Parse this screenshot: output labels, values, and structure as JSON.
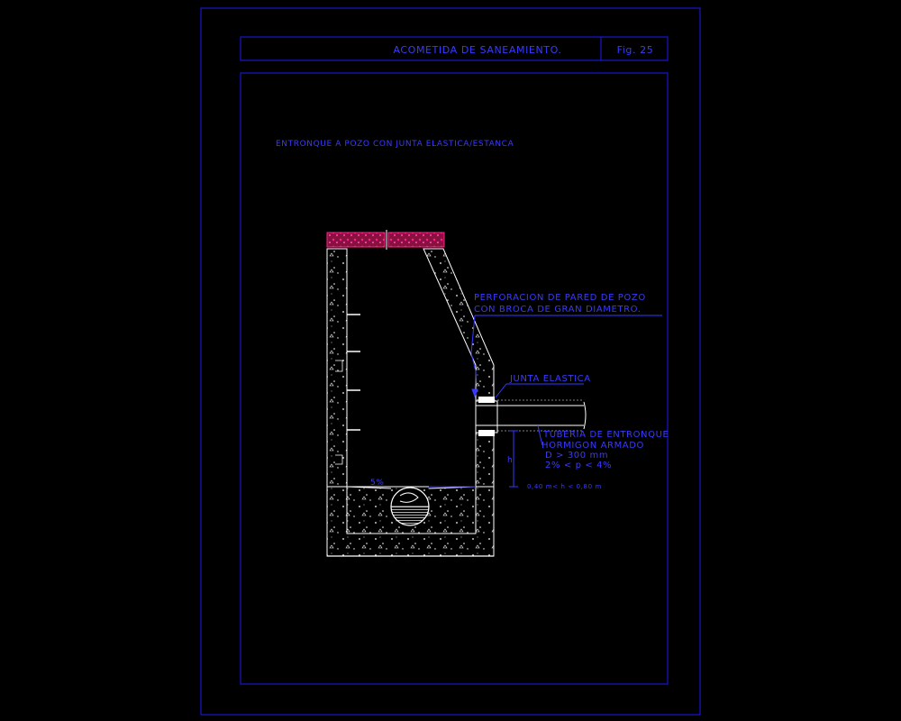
{
  "title_block": {
    "title": "ACOMETIDA DE SANEAMIENTO.",
    "figure": "Fig. 25"
  },
  "drawing": {
    "heading": "ENTRONQUE A POZO CON JUNTA ELASTICA/ESTANCA",
    "labels": {
      "perforacion_1": "PERFORACION DE PARED DE POZO",
      "perforacion_2": "CON BROCA DE GRAN DIAMETRO.",
      "junta": "JUNTA ELASTICA",
      "tuberia": "TUBERIA DE ENTRONQUE",
      "hormigon": "HORMIGON ARMADO",
      "diametro": "D > 300 mm",
      "pendiente": "2% < p < 4%",
      "slope": "5%",
      "h_label": "h",
      "h_range": "0,40 m< h < 0,80 m"
    }
  },
  "colors": {
    "frame": "#1a1aff",
    "text": "#3a3aff",
    "linework": "#ffffff",
    "cover": "#ff2288"
  }
}
